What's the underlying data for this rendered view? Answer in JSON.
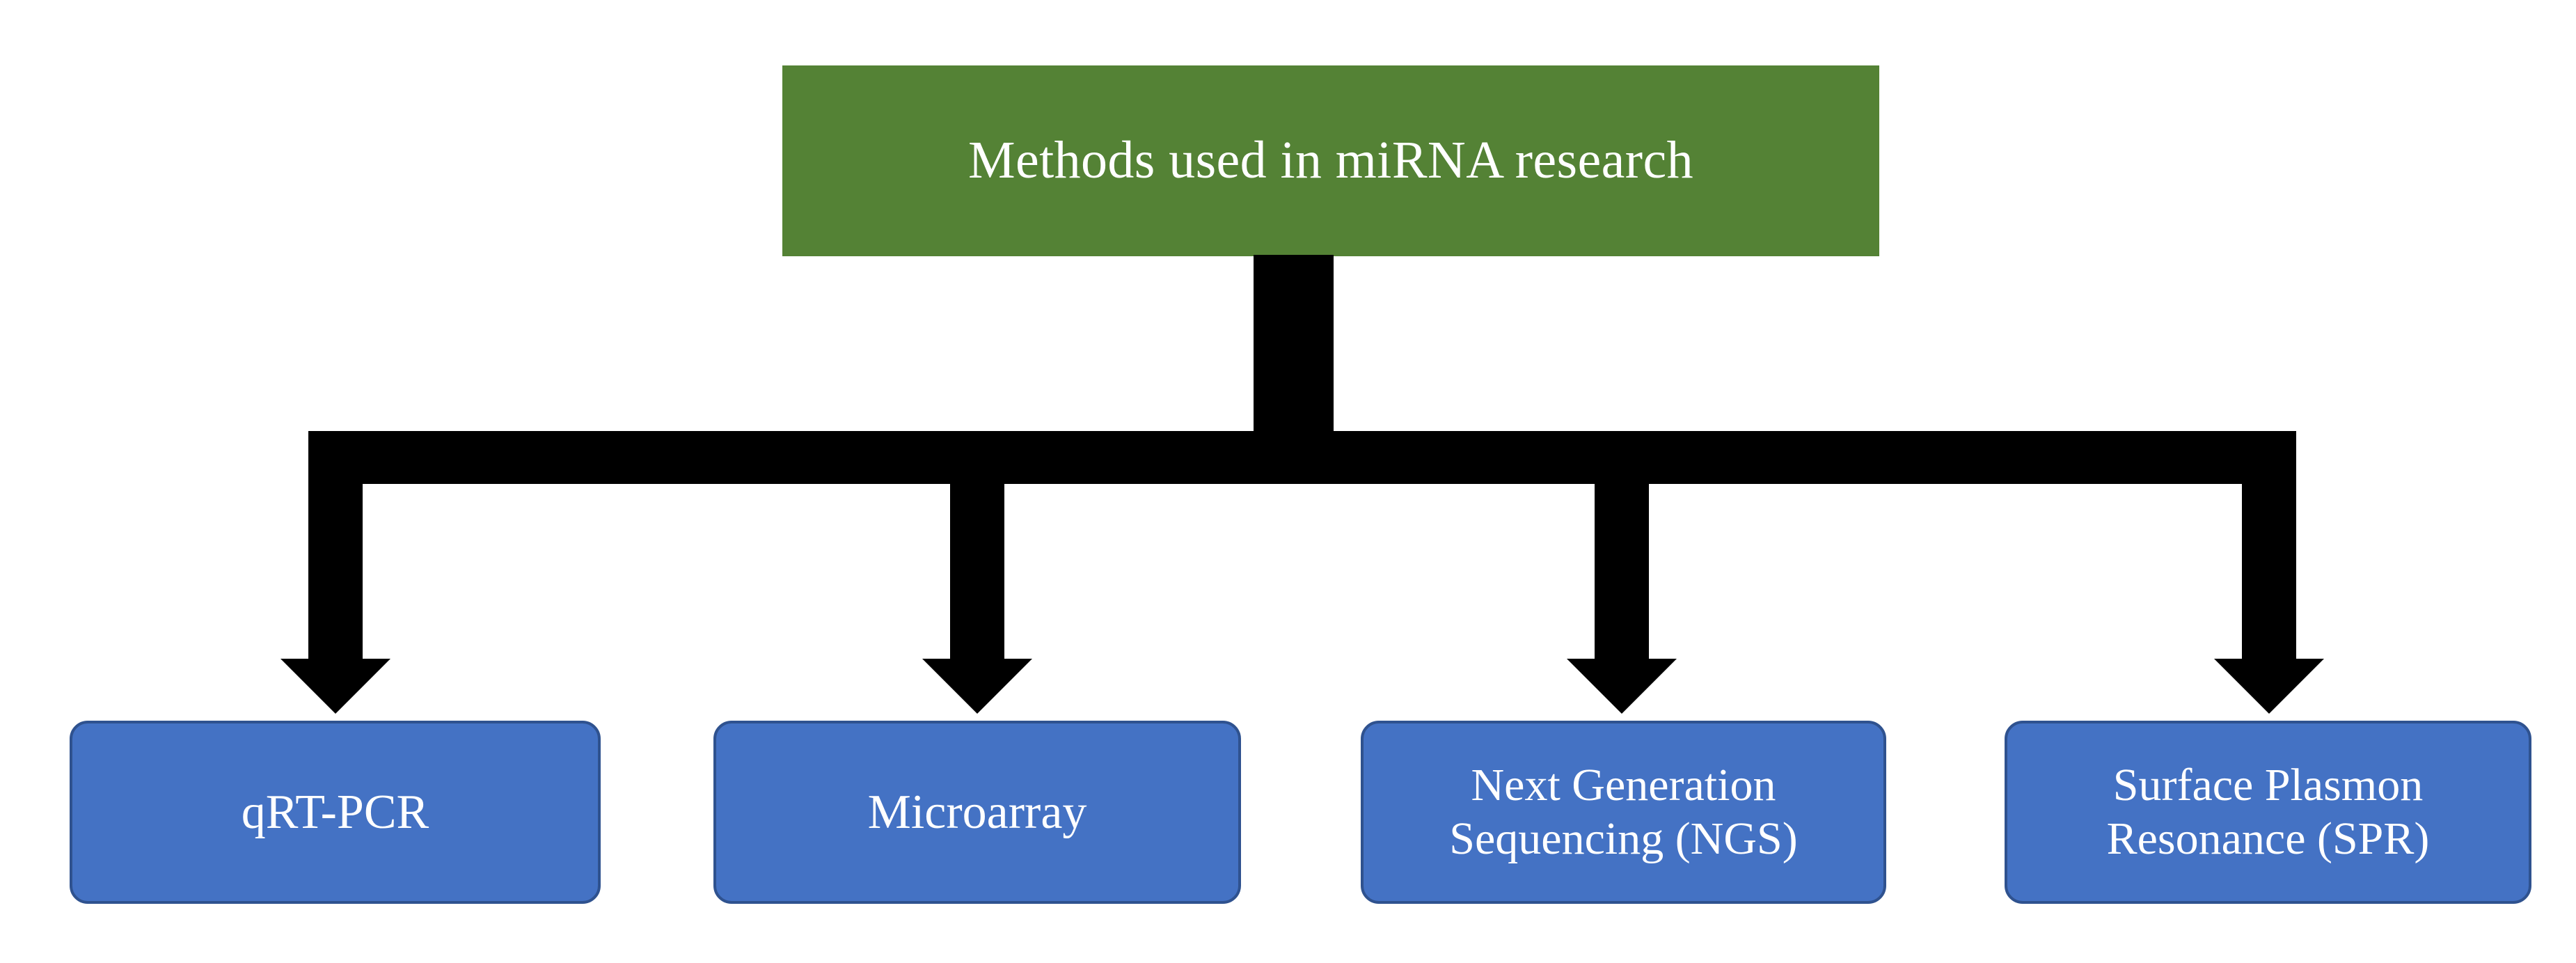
{
  "diagram": {
    "title": "Methods used in miRNA research",
    "type": "flowchart-hierarchy",
    "background_color": "#FFFFFF",
    "root": {
      "label": "Methods used in miRNA research",
      "fill_color": "#548235",
      "text_color": "#FFFFFF",
      "shape": "rectangle"
    },
    "connector": {
      "color": "#000000",
      "style": "orthogonal-elbow-with-arrowheads",
      "arrow_count": 4
    },
    "leaves": [
      {
        "label": "qRT-PCR",
        "fill_color": "#4472C4",
        "border_color": "#2F528F",
        "text_color": "#FFFFFF",
        "shape": "rounded-rectangle",
        "lines": [
          "qRT-PCR"
        ]
      },
      {
        "label": "Microarray",
        "fill_color": "#4472C4",
        "border_color": "#2F528F",
        "text_color": "#FFFFFF",
        "shape": "rounded-rectangle",
        "lines": [
          "Microarray"
        ]
      },
      {
        "label": "Next Generation Sequencing (NGS)",
        "fill_color": "#4472C4",
        "border_color": "#2F528F",
        "text_color": "#FFFFFF",
        "shape": "rounded-rectangle",
        "lines": [
          "Next Generation",
          "Sequencing (NGS)"
        ]
      },
      {
        "label": "Surface Plasmon Resonance (SPR)",
        "fill_color": "#4472C4",
        "border_color": "#2F528F",
        "text_color": "#FFFFFF",
        "shape": "rounded-rectangle",
        "lines": [
          "Surface Plasmon",
          "Resonance (SPR)"
        ]
      }
    ]
  }
}
